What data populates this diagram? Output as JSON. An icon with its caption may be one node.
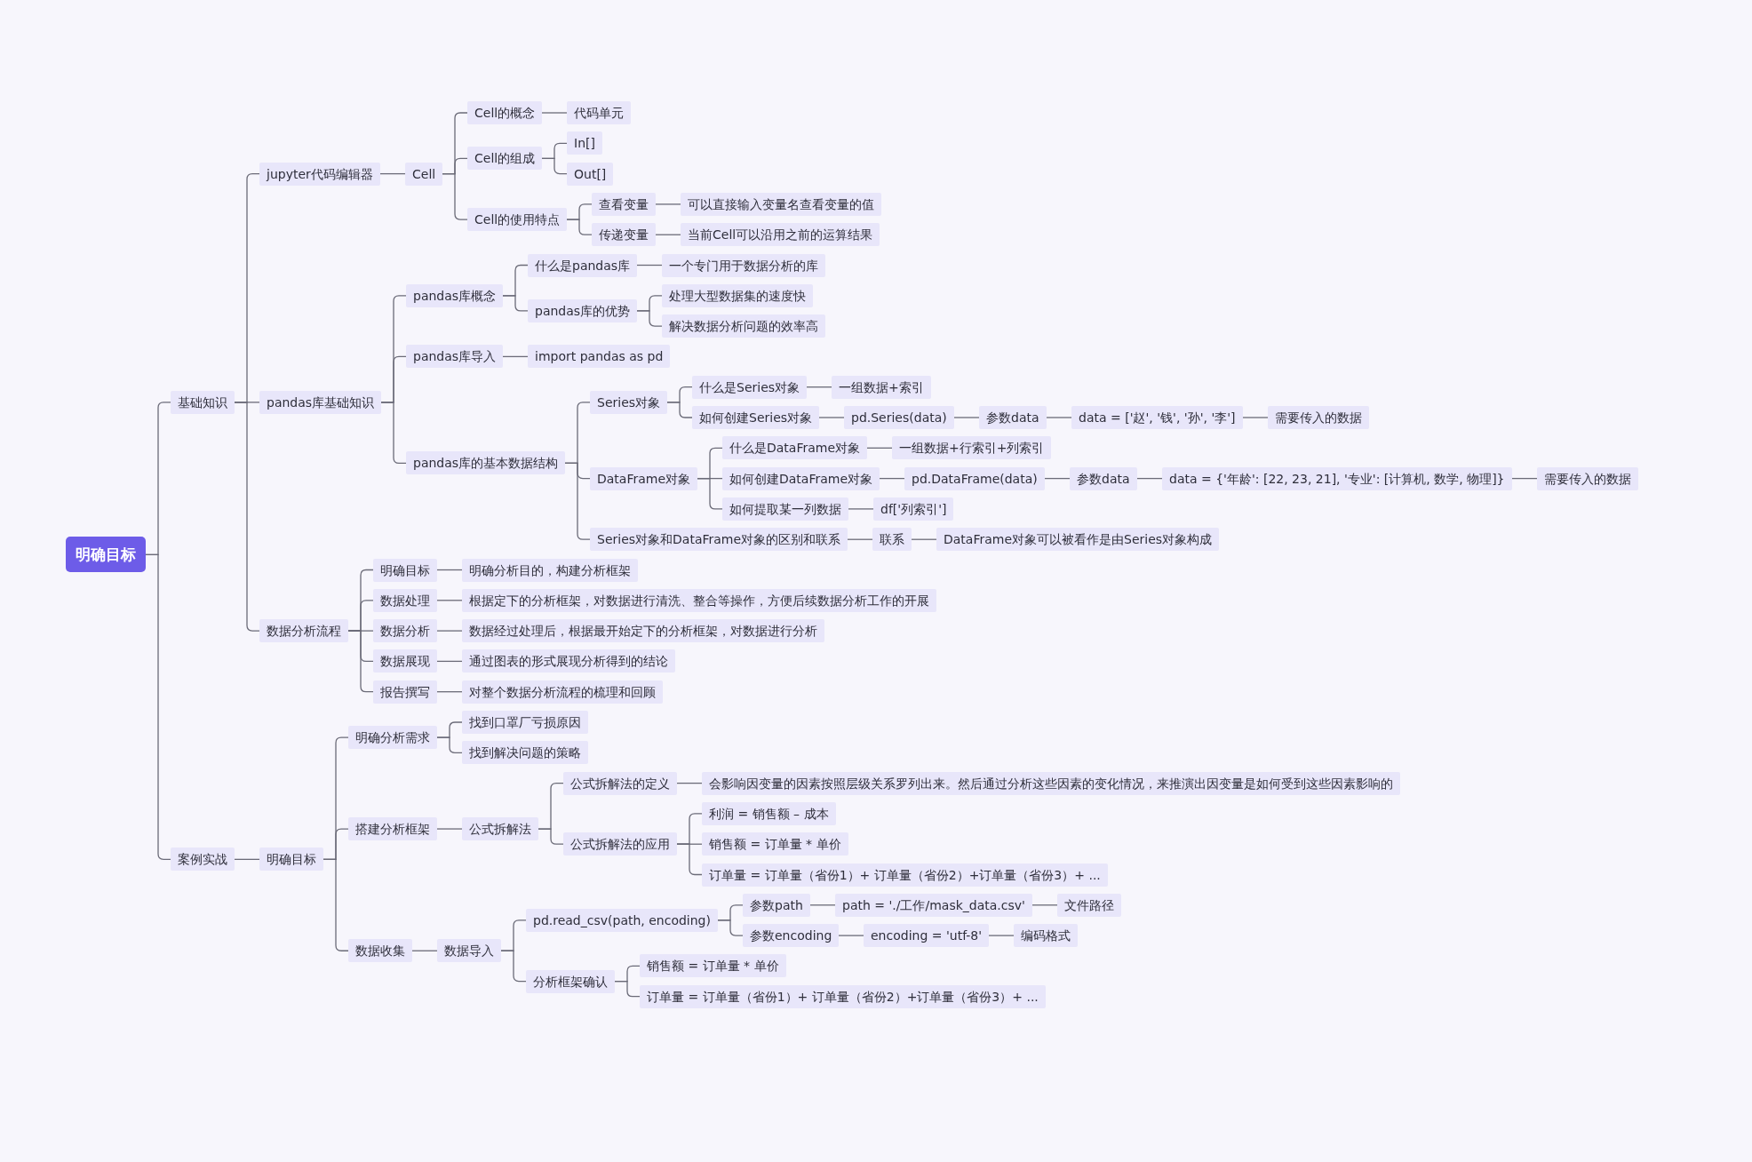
{
  "diagram": {
    "nodes": [
      {
        "text": [
          "明确目标"
        ]
      },
      {
        "text": [
          "基础知识"
        ]
      },
      {
        "text": [
          "jupyter代码编辑器"
        ]
      },
      {
        "text": [
          "Cell"
        ]
      },
      {
        "text": [
          "Cell的概念"
        ]
      },
      {
        "text": [
          "代码单元"
        ]
      },
      {
        "text": [
          "Cell的组成"
        ]
      },
      {
        "text": [
          "In[]"
        ]
      },
      {
        "text": [
          "Out[]"
        ]
      },
      {
        "text": [
          "Cell的使用特点"
        ]
      },
      {
        "text": [
          "查看变量"
        ]
      },
      {
        "text": [
          "可以直接输入变量名查看变量的值"
        ]
      },
      {
        "text": [
          "传递变量"
        ]
      },
      {
        "text": [
          "当前Cell可以沿用之前的运算结果"
        ]
      },
      {
        "text": [
          "pandas库基础知识"
        ]
      },
      {
        "text": [
          "pandas库概念"
        ]
      },
      {
        "text": [
          "什么是pandas库"
        ]
      },
      {
        "text": [
          "一个专门用于数据分析的库"
        ]
      },
      {
        "text": [
          "pandas库的优势"
        ]
      },
      {
        "text": [
          "处理大型数据集的速度快"
        ]
      },
      {
        "text": [
          "解决数据分析问题的效率高"
        ]
      },
      {
        "text": [
          "pandas库导入"
        ]
      },
      {
        "text": [
          "import pandas as pd"
        ]
      },
      {
        "text": [
          "pandas库的基本数据结构"
        ]
      },
      {
        "text": [
          "Series对象"
        ]
      },
      {
        "text": [
          "什么是Series对象"
        ]
      },
      {
        "text": [
          "一组数据+索引"
        ]
      },
      {
        "text": [
          "如何创建Series对象"
        ]
      },
      {
        "text": [
          "pd.Series(data)"
        ]
      },
      {
        "text": [
          "参数data"
        ]
      },
      {
        "text": [
          "data = ['赵', '钱', '孙', '李']"
        ]
      },
      {
        "text": [
          "需要传入的数据"
        ]
      },
      {
        "text": [
          "DataFrame对象"
        ]
      },
      {
        "text": [
          "什么是DataFrame对象"
        ]
      },
      {
        "text": [
          "一组数据+行索引+列索引"
        ]
      },
      {
        "text": [
          "如何创建DataFrame对象"
        ]
      },
      {
        "text": [
          "pd.DataFrame(data)"
        ]
      },
      {
        "text": [
          "参数data"
        ]
      },
      {
        "text": [
          "data = {'年龄': [22, 23, 21], '专业': [计算机, 数学, 物理]}"
        ]
      },
      {
        "text": [
          "需要传入的数据"
        ]
      },
      {
        "text": [
          "如何提取某一列数据"
        ]
      },
      {
        "text": [
          "df['列索引']"
        ]
      },
      {
        "text": [
          "Series对象和DataFrame对象的区别和联系"
        ]
      },
      {
        "text": [
          "联系"
        ]
      },
      {
        "text": [
          "DataFrame对象可以被看作是由Series对象构成"
        ]
      },
      {
        "text": [
          "数据分析流程"
        ]
      },
      {
        "text": [
          "明确目标"
        ]
      },
      {
        "text": [
          "明确分析目的，构建分析框架"
        ]
      },
      {
        "text": [
          "数据处理"
        ]
      },
      {
        "text": [
          "根据定下的分析框架，对数据进行清洗、整合等操作，方便后续数据分析工作的开展"
        ]
      },
      {
        "text": [
          "数据分析"
        ]
      },
      {
        "text": [
          "数据经过处理后，根据最开始定下的分析框架，对数据进行分析"
        ]
      },
      {
        "text": [
          "数据展现"
        ]
      },
      {
        "text": [
          "通过图表的形式展现分析得到的结论"
        ]
      },
      {
        "text": [
          "报告撰写"
        ]
      },
      {
        "text": [
          "对整个数据分析流程的梳理和回顾"
        ]
      },
      {
        "text": [
          "案例实战"
        ]
      },
      {
        "text": [
          "明确目标"
        ]
      },
      {
        "text": [
          "明确分析需求"
        ]
      },
      {
        "text": [
          "找到口罩厂亏损原因"
        ]
      },
      {
        "text": [
          "找到解决问题的策略"
        ]
      },
      {
        "text": [
          "搭建分析框架"
        ]
      },
      {
        "text": [
          "公式拆解法"
        ]
      },
      {
        "text": [
          "公式拆解法的定义"
        ]
      },
      {
        "text": [
          "会影响因变量的因素按照层级关系罗列出来。然后通过分析这些因素的变化情况，来推演出因变量是如何受到这些因素影响的"
        ]
      },
      {
        "text": [
          "公式拆解法的应用"
        ]
      },
      {
        "text": [
          "利润 = 销售额 – 成本"
        ]
      },
      {
        "text": [
          "销售额 = 订单量 * 单价"
        ]
      },
      {
        "text": [
          "订单量 = 订单量（省份1）+ 订单量（省份2）+订单量（省份3）+ ..."
        ]
      },
      {
        "text": [
          "数据收集"
        ]
      },
      {
        "text": [
          "数据导入"
        ]
      },
      {
        "text": [
          "pd.read_csv(path, encoding)"
        ]
      },
      {
        "text": [
          "参数path"
        ]
      },
      {
        "text": [
          "path = './工作/mask_data.csv'"
        ]
      },
      {
        "text": [
          "文件路径"
        ]
      },
      {
        "text": [
          "参数encoding"
        ]
      },
      {
        "text": [
          "encoding = 'utf-8'"
        ]
      },
      {
        "text": [
          "编码格式"
        ]
      },
      {
        "text": [
          "分析框架确认"
        ]
      },
      {
        "text": [
          "销售额 = 订单量 * 单价"
        ]
      },
      {
        "text": [
          "订单量 = 订单量（省份1）+ 订单量（省份2）+订单量（省份3）+ ..."
        ]
      }
    ],
    "edges": [
      {
        "from": 0,
        "to": 1,
        "arrow": "none"
      },
      {
        "from": 1,
        "to": 2,
        "arrow": "none"
      },
      {
        "from": 2,
        "to": 3,
        "arrow": "none"
      },
      {
        "from": 3,
        "to": 4,
        "arrow": "none"
      },
      {
        "from": 4,
        "to": 5,
        "arrow": "none"
      },
      {
        "from": 3,
        "to": 6,
        "arrow": "none"
      },
      {
        "from": 6,
        "to": 7,
        "arrow": "none"
      },
      {
        "from": 6,
        "to": 8,
        "arrow": "none"
      },
      {
        "from": 3,
        "to": 9,
        "arrow": "none"
      },
      {
        "from": 9,
        "to": 10,
        "arrow": "none"
      },
      {
        "from": 10,
        "to": 11,
        "arrow": "none"
      },
      {
        "from": 9,
        "to": 12,
        "arrow": "none"
      },
      {
        "from": 12,
        "to": 13,
        "arrow": "none"
      },
      {
        "from": 1,
        "to": 14,
        "arrow": "none"
      },
      {
        "from": 14,
        "to": 15,
        "arrow": "none"
      },
      {
        "from": 15,
        "to": 16,
        "arrow": "none"
      },
      {
        "from": 16,
        "to": 17,
        "arrow": "none"
      },
      {
        "from": 15,
        "to": 18,
        "arrow": "none"
      },
      {
        "from": 18,
        "to": 19,
        "arrow": "none"
      },
      {
        "from": 18,
        "to": 20,
        "arrow": "none"
      },
      {
        "from": 14,
        "to": 21,
        "arrow": "none"
      },
      {
        "from": 21,
        "to": 22,
        "arrow": "none"
      },
      {
        "from": 14,
        "to": 23,
        "arrow": "none"
      },
      {
        "from": 23,
        "to": 24,
        "arrow": "none"
      },
      {
        "from": 24,
        "to": 25,
        "arrow": "none"
      },
      {
        "from": 25,
        "to": 26,
        "arrow": "none"
      },
      {
        "from": 24,
        "to": 27,
        "arrow": "none"
      },
      {
        "from": 27,
        "to": 28,
        "arrow": "none"
      },
      {
        "from": 28,
        "to": 29,
        "arrow": "none"
      },
      {
        "from": 29,
        "to": 30,
        "arrow": "none"
      },
      {
        "from": 30,
        "to": 31,
        "arrow": "none"
      },
      {
        "from": 23,
        "to": 32,
        "arrow": "none"
      },
      {
        "from": 32,
        "to": 33,
        "arrow": "none"
      },
      {
        "from": 33,
        "to": 34,
        "arrow": "none"
      },
      {
        "from": 32,
        "to": 35,
        "arrow": "none"
      },
      {
        "from": 35,
        "to": 36,
        "arrow": "none"
      },
      {
        "from": 36,
        "to": 37,
        "arrow": "none"
      },
      {
        "from": 37,
        "to": 38,
        "arrow": "none"
      },
      {
        "from": 38,
        "to": 39,
        "arrow": "none"
      },
      {
        "from": 32,
        "to": 40,
        "arrow": "none"
      },
      {
        "from": 40,
        "to": 41,
        "arrow": "none"
      },
      {
        "from": 23,
        "to": 42,
        "arrow": "none"
      },
      {
        "from": 42,
        "to": 43,
        "arrow": "none"
      },
      {
        "from": 43,
        "to": 44,
        "arrow": "none"
      },
      {
        "from": 1,
        "to": 45,
        "arrow": "none"
      },
      {
        "from": 45,
        "to": 46,
        "arrow": "none"
      },
      {
        "from": 46,
        "to": 47,
        "arrow": "none"
      },
      {
        "from": 45,
        "to": 48,
        "arrow": "none"
      },
      {
        "from": 48,
        "to": 49,
        "arrow": "none"
      },
      {
        "from": 45,
        "to": 50,
        "arrow": "none"
      },
      {
        "from": 50,
        "to": 51,
        "arrow": "none"
      },
      {
        "from": 45,
        "to": 52,
        "arrow": "none"
      },
      {
        "from": 52,
        "to": 53,
        "arrow": "none"
      },
      {
        "from": 45,
        "to": 54,
        "arrow": "none"
      },
      {
        "from": 54,
        "to": 55,
        "arrow": "none"
      },
      {
        "from": 0,
        "to": 56,
        "arrow": "none"
      },
      {
        "from": 56,
        "to": 57,
        "arrow": "none"
      },
      {
        "from": 57,
        "to": 58,
        "arrow": "none"
      },
      {
        "from": 58,
        "to": 59,
        "arrow": "none"
      },
      {
        "from": 58,
        "to": 60,
        "arrow": "none"
      },
      {
        "from": 57,
        "to": 61,
        "arrow": "none"
      },
      {
        "from": 61,
        "to": 62,
        "arrow": "none"
      },
      {
        "from": 62,
        "to": 63,
        "arrow": "none"
      },
      {
        "from": 63,
        "to": 64,
        "arrow": "none"
      },
      {
        "from": 62,
        "to": 65,
        "arrow": "none"
      },
      {
        "from": 65,
        "to": 66,
        "arrow": "none"
      },
      {
        "from": 65,
        "to": 67,
        "arrow": "none"
      },
      {
        "from": 65,
        "to": 68,
        "arrow": "none"
      },
      {
        "from": 57,
        "to": 69,
        "arrow": "none"
      },
      {
        "from": 69,
        "to": 70,
        "arrow": "none"
      },
      {
        "from": 70,
        "to": 71,
        "arrow": "none"
      },
      {
        "from": 71,
        "to": 72,
        "arrow": "none"
      },
      {
        "from": 72,
        "to": 73,
        "arrow": "none"
      },
      {
        "from": 73,
        "to": 74,
        "arrow": "none"
      },
      {
        "from": 71,
        "to": 75,
        "arrow": "none"
      },
      {
        "from": 75,
        "to": 76,
        "arrow": "none"
      },
      {
        "from": 76,
        "to": 77,
        "arrow": "none"
      },
      {
        "from": 70,
        "to": 78,
        "arrow": "none"
      },
      {
        "from": 78,
        "to": 79,
        "arrow": "none"
      },
      {
        "from": 78,
        "to": 80,
        "arrow": "none"
      }
    ]
  }
}
